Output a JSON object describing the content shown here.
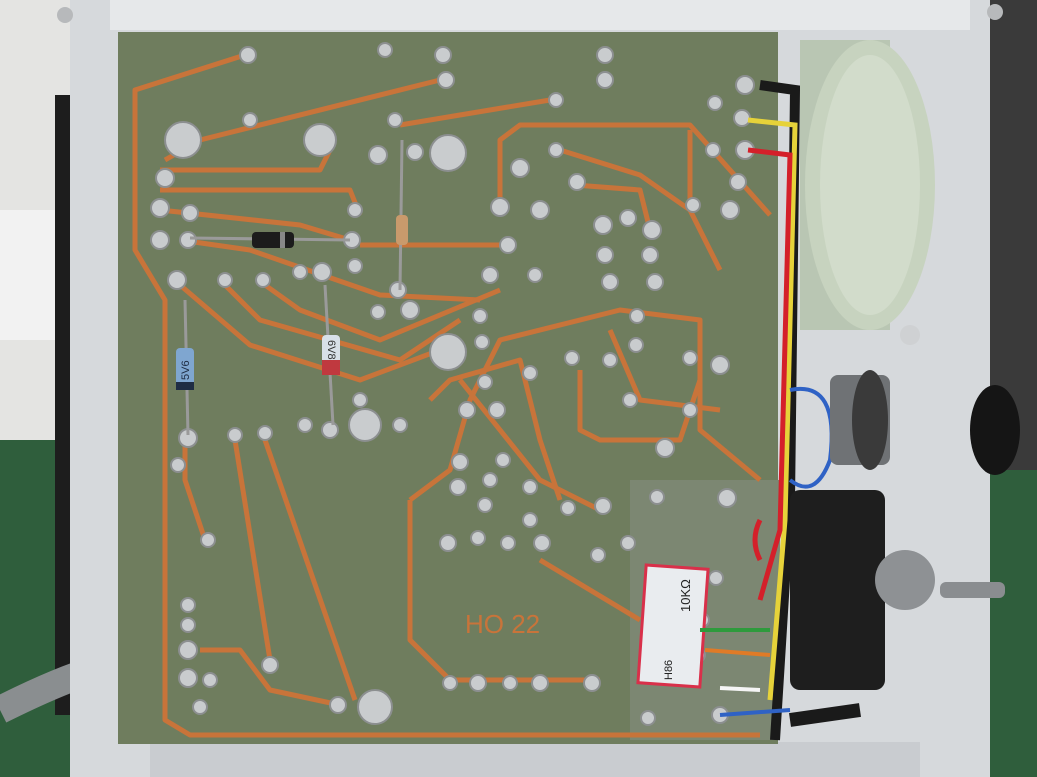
{
  "board": {
    "label": "HO 22",
    "diode_left_label": "5V6",
    "diode_right_label": "6V8",
    "resistor_value": "10KΩ",
    "resistor_code": "H86"
  },
  "colors": {
    "mat": "#2f5e3c",
    "frame": "#d6d9dc",
    "board": "#6f7d5e",
    "trace": "#c8743a",
    "solder": "#c9ccce",
    "meter": "#c7d3bf"
  }
}
